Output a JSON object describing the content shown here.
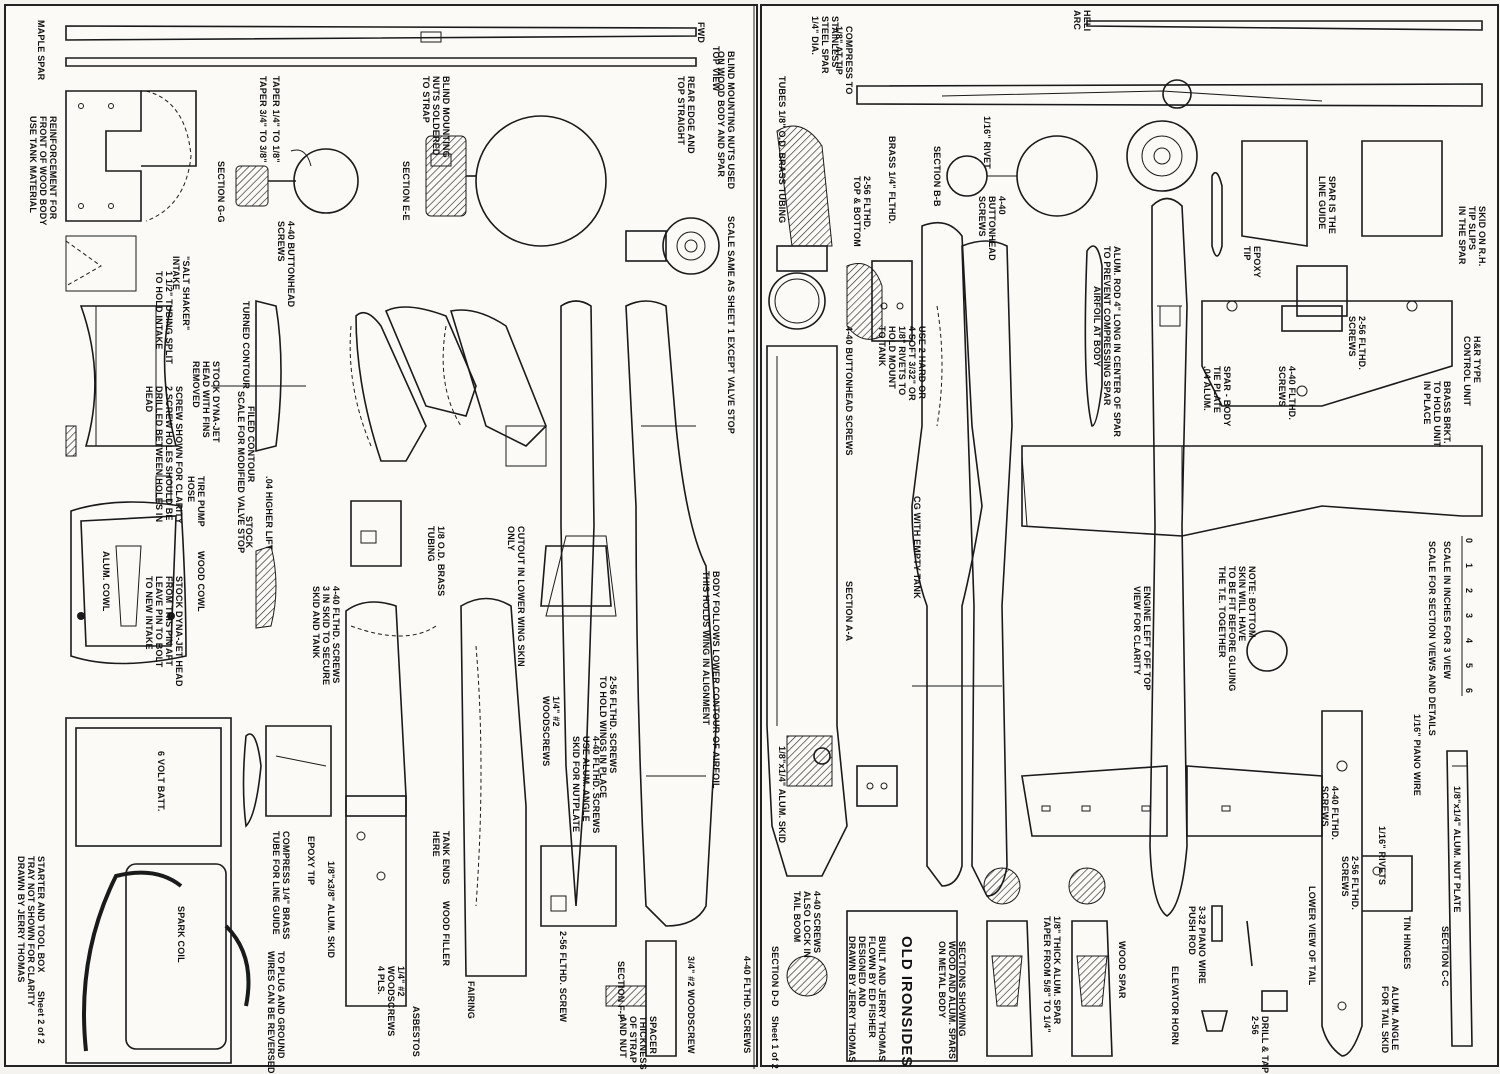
{
  "sheet_left": {
    "fwd": "FWD",
    "maple_spar": "MAPLE SPAR",
    "top_view": "TOP VIEW",
    "rear_edge": "REAR EDGE AND\nTOP STRAIGHT",
    "taper1": "TAPER 1/4\" TO 1/8\"",
    "taper2": "TAPER 3/4\" TO 3/8\"",
    "blind_nuts": "BLIND MOUNTING NUTS USED\nON WOOD BODY AND SPAR",
    "blind_nuts_soldered": "BLIND MOUNTING\nNUTS SOLDERED\nTO STRAP",
    "reinforcement": "REINFORCEMENT FOR\nFRONT OF WOOD BODY\nUSE TANK MATERIAL",
    "section_gg": "SECTION G-G",
    "section_ee": "SECTION E-E",
    "buttonhead": "4-40 BUTTONHEAD\nSCREWS",
    "scale_same": "SCALE SAME AS SHEET 1 EXCEPT VALVE STOP",
    "salt_shaker": "\"SALT SHAKER\"\nINTAKE",
    "tubing_split": "1 1/2\" TUBING SPLIT\nTO HOLD INTAKE",
    "turned_contour": "TURNED CONTOUR",
    "stock_head": "STOCK DYNA-JET\nHEAD WITH FINS\nREMOVED",
    "scale_valve": "SCALE FOR MODIFIED VALVE STOP",
    "filed_contour": "FILED CONTOUR",
    "screw_shown": "SCREW SHOWN FOR CLARITY\n2 SCREW HOLES SHOULD BE\nDRILLED BETWEEN HOLES IN\nHEAD",
    "tire_pump": "TIRE PUMP\nHOSE",
    "higher_lift": ".04 HIGHER LIFT",
    "stock": "STOCK",
    "alum_cowl": "ALUM. COWL",
    "wood_cowl": "WOOD COWL",
    "stock_dyna": "STOCK DYNA-JET HEAD\nFROM THIS PIN AFT\nLEAVE PIN TO BOLT\nTO NEW INTAKE",
    "brass_tubing": "1/8 O.D. BRASS\nTUBING",
    "skid_tank": "4-40 FLTHD. SCREWS\n3 IN SKID TO SECURE\nSKID AND TANK",
    "cutout": "CUTOUT IN LOWER WING SKIN\nONLY",
    "flthd_256": "2-56 FLTHD. SCREWS\nTO HOLD WINGS IN PLACE",
    "woodscrews": "1/4\" #2\nWOODSCREWS",
    "body_follows": "BODY FOLLOWS LOWER CONTOUR OF AIRFOIL\nTHIS HOLDS WING IN ALIGNMENT",
    "flthd_angle": "4-40 FLTHD. SCREWS\nUSE ALUM. ANGLE\nSKID FOR NUTPLATE",
    "battery": "6 VOLT BATT.",
    "epoxy_tip": "EPOXY TIP",
    "compress": "COMPRESS 1/4\" BRASS\nTUBE FOR LINE GUIDE",
    "tank_ends": "TANK ENDS\nHERE",
    "wood_filler": "WOOD FILLER",
    "fairing": "FAIRING",
    "alum_skid": "1/8\"x3/8\" ALUM. SKID",
    "woodscrews4": "1/4\" #2\nWOODSCREWS\n4 PLS.",
    "asbestos": "ASBESTOS",
    "spark_coil": "SPARK COIL",
    "starter_box": "STARTER AND TOOL BOX\nTRAY NOT SHOWN FOR CLARITY\nDRAWN BY JERRY THOMAS",
    "plug_wires": "TO PLUG AND GROUND\nWIRES CAN BE REVERSED",
    "section_ff": "SECTION F-F",
    "flthd_screw": "2-56 FLTHD. SCREW",
    "woodscrew_small": "3/4\" #2 WOODSCREW",
    "spacer": "SPACER\nTHICKNESS\nOF STRAP\nAND NUT",
    "flthd_440": "4-40 FLTHD. SCREWS",
    "sheet_no": "Sheet 2 of 2"
  },
  "sheet_right": {
    "heli_arc": "HELI\nARC",
    "stainless": "STAINLESS\nSTEEL SPAR\n1/4\" DIA.",
    "compress_tip": "COMPRESS TO\n1/8\" AT TIP",
    "tubes": "TUBES 1/8\" O.D. BRASS TUBING",
    "brass_flthd": "BRASS 1/4\" FLTHD.",
    "flthd_top": "2-56 FLTHD.\nTOP & BOTTOM",
    "section_bb": "SECTION B-B",
    "rivet": "1/16\" RIVET",
    "buttonhead2": "4-40\nBUTTONHEAD\nSCREWS",
    "alum_rod": "ALUM. ROD 4\" LONG IN CENTER OF SPAR\nTO PREVENT COMPRESSING SPAR",
    "airfoil_body": "AIRFOIL AT BODY",
    "use_rivets": "USE 2 HARD OR\n4 SOFT 3/32\" OR\n1/8\" RIVETS TO\nHOLD MOUNT\nTO TANK",
    "buttonhead_440": "4-40 BUTTONHEAD SCREWS",
    "epoxy_tip2": "EPOXY\nTIP",
    "spar_line": "SPAR IS THE\nLINE GUIDE",
    "skid_rh": "SKID ON R.H.\nTIP SLIPS\nIN THE SPAR",
    "flthd_2": "2-56 FLTHD.\nSCREWS",
    "flthd_4": "4-40 FLTHD.\nSCREWS",
    "spar_body": "SPAR - BODY\nTIE PLATE\n.04 ALUM.",
    "hr_control": "H&R TYPE\nCONTROL UNIT",
    "brass_brkt": "BRASS BRKT.\nTO HOLD UNIT\nIN PLACE",
    "cg": "CG WITH EMPTY TANK",
    "section_aa": "SECTION A-A",
    "note_bottom": "NOTE: BOTTOM\nSKIN WILL HAVE\nTO BE FIT BEFORE GLUING\nTHE T.E. TOGETHER",
    "engine_left": "ENGINE LEFT OFF TOP\nVIEW FOR CLARITY",
    "scale_inches": "SCALE IN INCHES FOR 3 VIEW",
    "scale_section": "SCALE FOR SECTION VIEWS AND DETAILS",
    "scale_ticks": [
      "0",
      "1",
      "2",
      "3",
      "4",
      "5",
      "6"
    ],
    "piano_wire": "1/16\" PIANO WIRE",
    "alum_skid2": "1/8\"x1/4\" ALUM. SKID",
    "rivets": "1/16\" RIVETS",
    "flthd_440b": "4-40 FLTHD.\nSCREWS",
    "nut_plate": "1/8\"x1/4\" ALUM. NUT PLATE",
    "also_lock": "4-40 SCREWS\nALSO LOCK IN\nTAIL BOOM",
    "section_dd": "SECTION D-D",
    "title": "OLD IRONSIDES",
    "credits": "BUILT AND JERRY THOMAS\nFLOWN BY ED FISHER\nDESIGNED AND\nDRAWN BY JERRY THOMAS",
    "sections_showing": "SECTIONS SHOWING\nWOOD AND ALUM. SPARS\nON METAL BODY",
    "thick_spar": "1/8\" THICK ALUM. SPAR\nTAPER FROM 5/8\" TO 1/4\"",
    "wood_spar": "WOOD SPAR",
    "push_rod": "3-32 PIANO WIRE\nPUSH ROD",
    "elevator_horn": "ELEVATOR HORN",
    "drill_tap": "DRILL & TAP\n2-56",
    "lower_view": "LOWER VIEW OF TAIL",
    "flthd_256b": "2-56 FLTHD.\nSCREWS",
    "tin_hinges": "TIN HINGES",
    "alum_angle": "ALUM. ANGLE\nFOR TAIL SKID",
    "section_cc": "SECTION C-C",
    "sheet_no": "Sheet 1 of 2"
  }
}
